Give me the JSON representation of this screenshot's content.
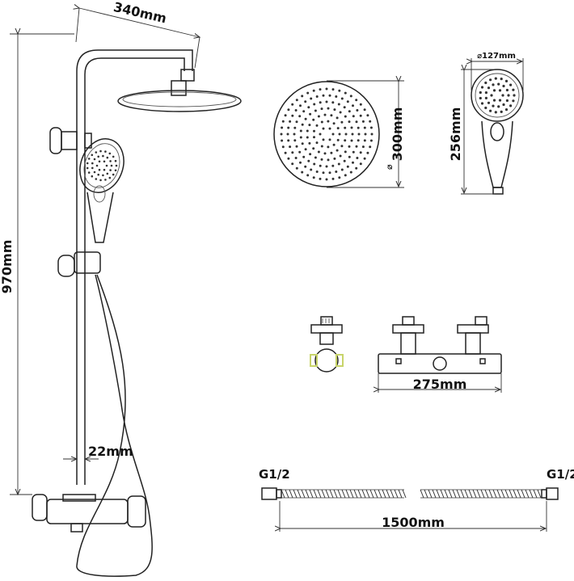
{
  "dimensions": {
    "arm_length": "340mm",
    "rail_height": "970mm",
    "rail_diameter": "22mm",
    "overhead_diameter": "300mm",
    "overhead_diameter_symbol": "⌀",
    "handset_length": "256mm",
    "handset_diameter": "⌀127mm",
    "valve_width": "275mm",
    "hose_length": "1500mm",
    "hose_fitting_left": "G1/2",
    "hose_fitting_right": "G1/2"
  },
  "colors": {
    "line": "#222222",
    "accent_fitting": "#c8d46a"
  }
}
